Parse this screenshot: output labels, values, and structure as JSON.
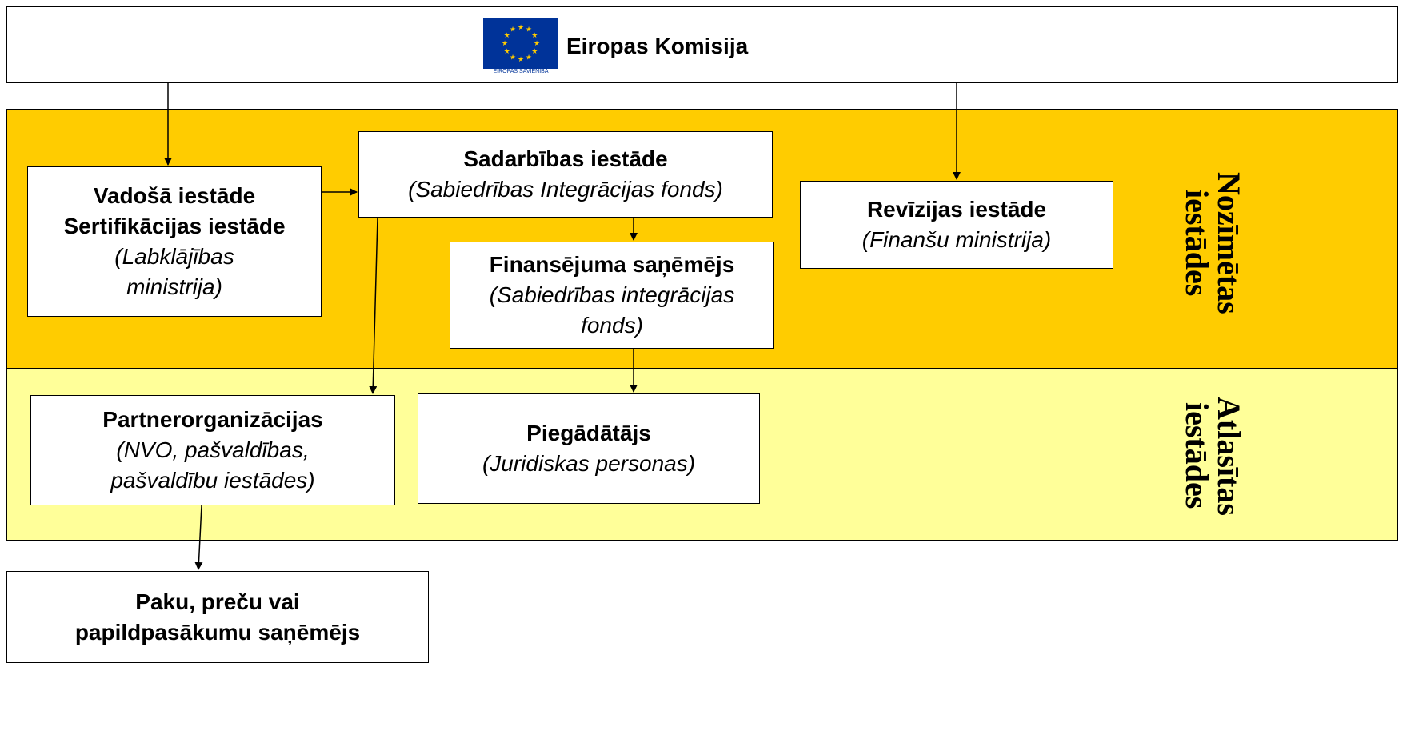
{
  "commission": {
    "title": "Eiropas Komisija",
    "logo_caption": "EIROPAS SAVIENĪBA",
    "flag_color": "#003399",
    "star_color": "#FFCC00"
  },
  "band_colors": {
    "designated": "#FFCC00",
    "selected": "#FFFF99"
  },
  "band_labels": {
    "designated": [
      "Nozīmētas",
      "iestādes"
    ],
    "selected": [
      "Atlasītas",
      "iestādes"
    ]
  },
  "boxes": {
    "managing": {
      "lines": [
        "Vadošā iestāde",
        "Sertifikācijas iestāde"
      ],
      "sub": [
        "(Labklājības",
        "ministrija)"
      ]
    },
    "cooperation": {
      "lines": [
        "Sadarbības iestāde"
      ],
      "sub": [
        "(Sabiedrības Integrācijas fonds)"
      ]
    },
    "audit": {
      "lines": [
        "Revīzijas iestāde"
      ],
      "sub": [
        "(Finanšu ministrija)"
      ]
    },
    "beneficiary": {
      "lines": [
        "Finansējuma saņēmējs"
      ],
      "sub": [
        "(Sabiedrības integrācijas",
        "fonds)"
      ]
    },
    "partners": {
      "lines": [
        "Partnerorganizācijas"
      ],
      "sub": [
        "(NVO, pašvaldības,",
        "pašvaldību iestādes)"
      ]
    },
    "supplier": {
      "lines": [
        "Piegādātājs"
      ],
      "sub": [
        "(Juridiskas personas)"
      ]
    },
    "recipient": {
      "lines": [
        "Paku, preču vai",
        "papildpasākumu saņēmējs"
      ],
      "sub": []
    }
  }
}
